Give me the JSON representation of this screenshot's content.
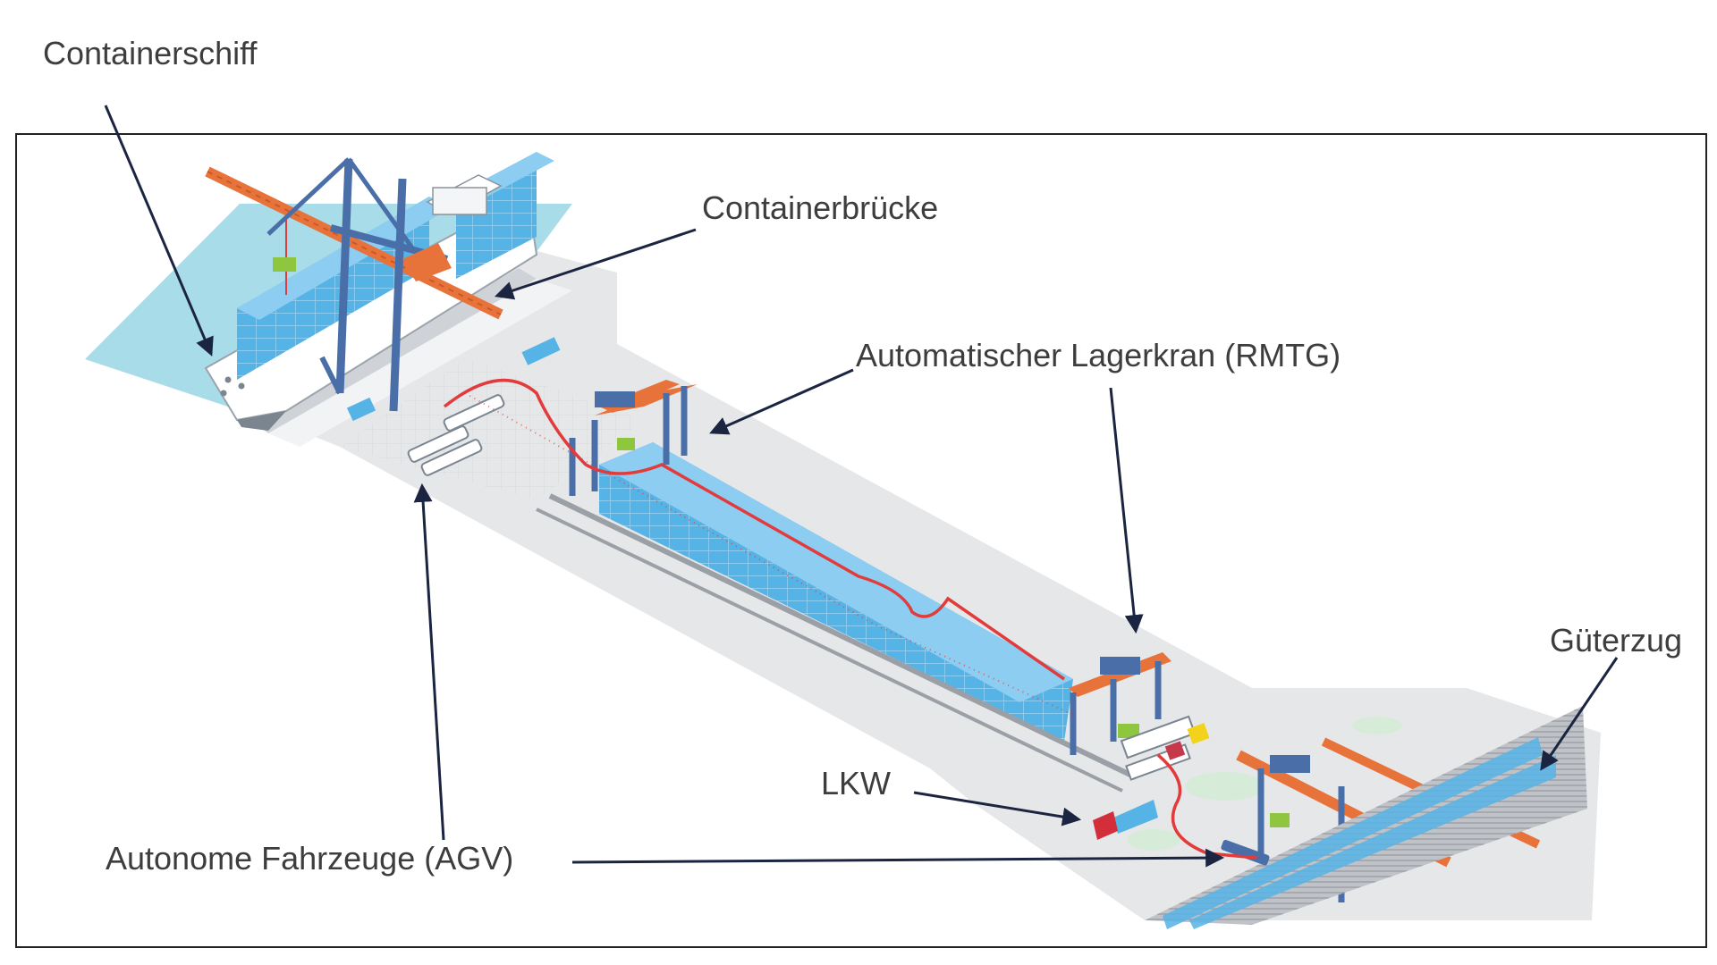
{
  "labels": {
    "containerschiff": "Containerschiff",
    "containerbruecke": "Containerbrücke",
    "lagerkran": "Automatischer Lagerkran (RMTG)",
    "gueterzug": "Güterzug",
    "lkw": "LKW",
    "agv": "Autonome Fahrzeuge (AGV)"
  },
  "colors": {
    "water": "#a9dce9",
    "yard": "#e6e7e9",
    "container": "#56b3e6",
    "crane_blue": "#4a6fa8",
    "crane_orange": "#e8733a",
    "route": "#e23b3b",
    "arrow": "#1b2440",
    "frame": "#222222"
  }
}
